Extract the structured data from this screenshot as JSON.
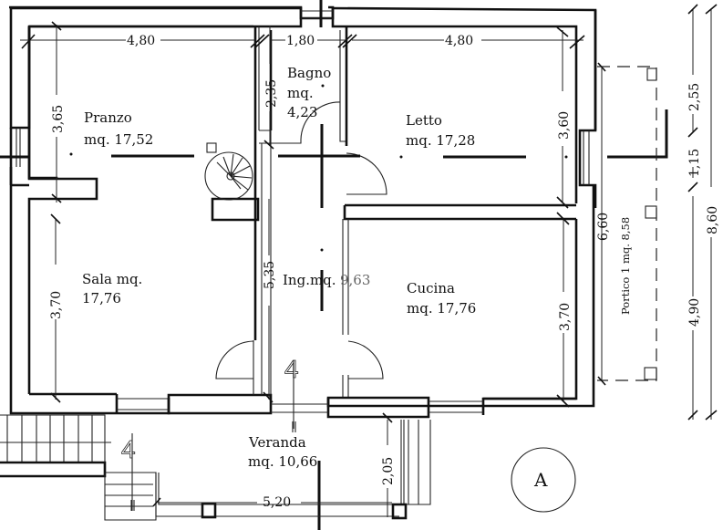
{
  "plan": {
    "title": "Floor plan",
    "rooms": [
      {
        "id": "pranzo",
        "name": "Pranzo",
        "area": "mq. 17,52"
      },
      {
        "id": "bagno",
        "name": "Bagno",
        "area_prefix": "mq.",
        "area": "4,23"
      },
      {
        "id": "letto",
        "name": "Letto",
        "area": "mq. 17,28"
      },
      {
        "id": "sala",
        "name": "Sala mq.",
        "area": "17,76"
      },
      {
        "id": "ingresso",
        "name": "Ing.mq.",
        "area": "9,63"
      },
      {
        "id": "cucina",
        "name": "Cucina",
        "area": "mq. 17,76"
      },
      {
        "id": "veranda",
        "name": "Veranda",
        "area": "mq. 10,66"
      },
      {
        "id": "portico",
        "name": "Portico 1 mq. 8,58"
      }
    ],
    "dimensions": {
      "pranzo_width": "4,80",
      "bagno_width": "1,80",
      "letto_width": "4,80",
      "pranzo_height": "3,65",
      "bagno_height": "2,35",
      "letto_height": "3,60",
      "sala_height": "3,70",
      "ingresso_height": "5,35",
      "cucina_height": "3,70",
      "portico_length": "6,60",
      "veranda_depth": "2,05",
      "veranda_width": "5,20",
      "side_top": "2,55",
      "side_mid": "1,15",
      "side_bottom": "4,90",
      "side_total": "8,60"
    },
    "markers": {
      "section": "A",
      "stair_left": "4",
      "stair_center": "4"
    }
  }
}
